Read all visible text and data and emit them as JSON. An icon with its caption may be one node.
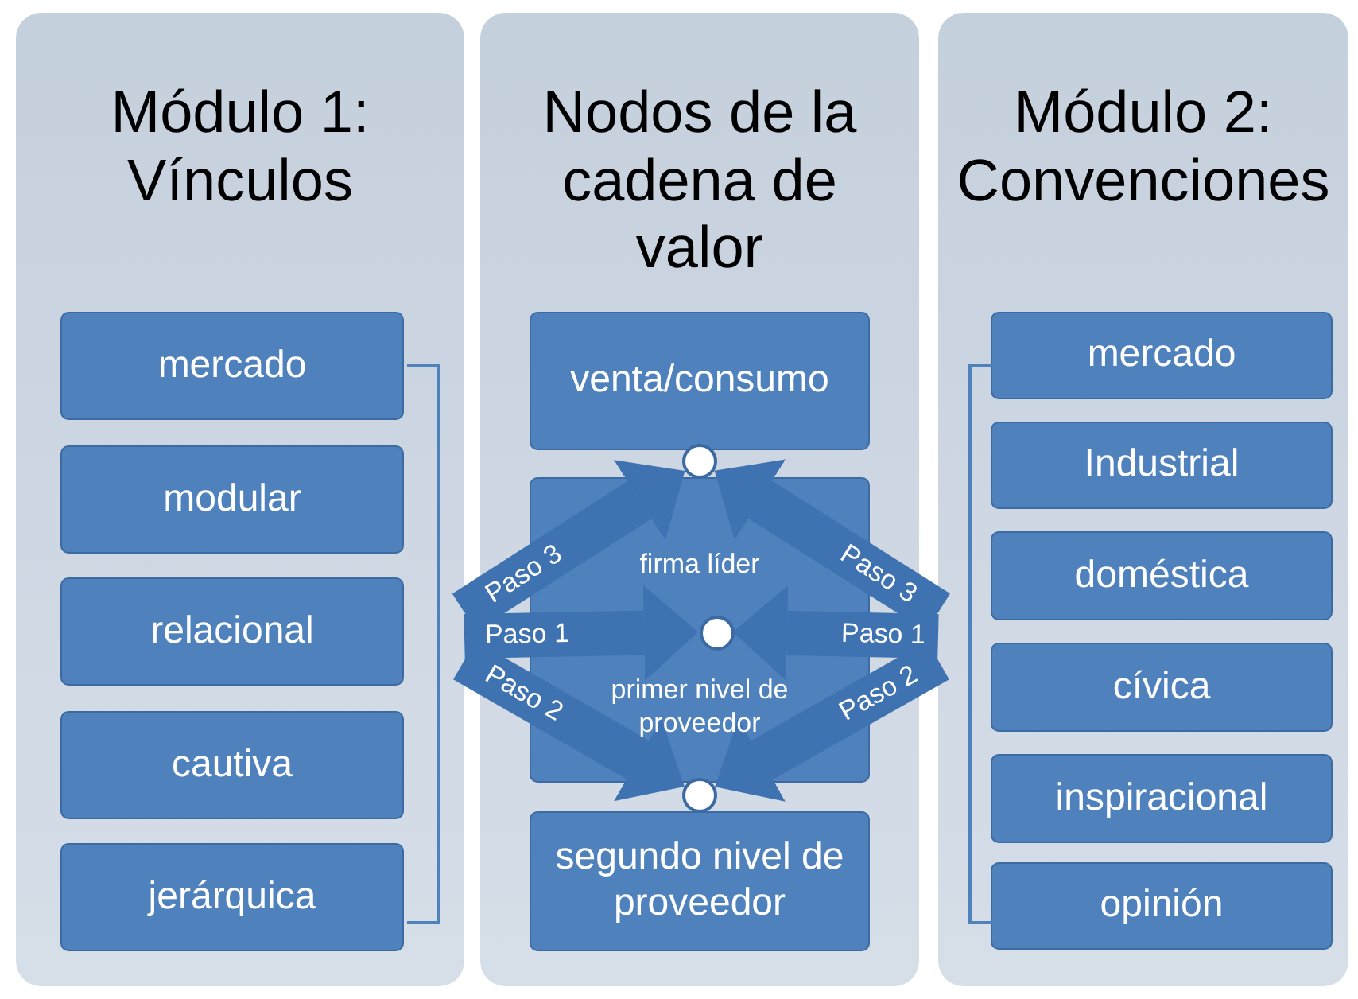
{
  "diagram": {
    "nodes": [
      {
        "text": [
          "Módulo 1: Vínculos"
        ]
      },
      {
        "text": [
          "mercado"
        ],
        "in": 0
      },
      {
        "text": [
          "modular"
        ],
        "in": 0
      },
      {
        "text": [
          "relacional"
        ],
        "in": 0
      },
      {
        "text": [
          "cautiva"
        ],
        "in": 0
      },
      {
        "text": [
          "jerárquica"
        ],
        "in": 0
      },
      {
        "text": [
          "Nodos de la cadena de valor"
        ]
      },
      {
        "text": [
          "venta/consumo"
        ],
        "in": 6
      },
      {
        "text": [
          "firma líder",
          "primer nivel de proveedor"
        ],
        "in": 6
      },
      {
        "text": [
          "segundo nivel de proveedor"
        ],
        "in": 6
      },
      {
        "text": [
          "Módulo 2: Convenciones"
        ]
      },
      {
        "text": [
          "mercado"
        ],
        "in": 10
      },
      {
        "text": [
          "Industrial"
        ],
        "in": 10
      },
      {
        "text": [
          "doméstica"
        ],
        "in": 10
      },
      {
        "text": [
          "cívica"
        ],
        "in": 10
      },
      {
        "text": [
          "inspiracional"
        ],
        "in": 10
      },
      {
        "text": [
          "opinión"
        ],
        "in": 10
      },
      {
        "text": [],
        "shape": "circle",
        "in": 6
      },
      {
        "text": [],
        "shape": "circle",
        "in": 8
      },
      {
        "text": [],
        "shape": "circle",
        "in": 6
      }
    ],
    "edges": [
      {
        "from": 0,
        "to": 17,
        "arrow": "to",
        "label": "Paso 3"
      },
      {
        "from": 0,
        "to": 18,
        "arrow": "to",
        "label": "Paso 1"
      },
      {
        "from": 0,
        "to": 19,
        "arrow": "to",
        "label": "Paso 2"
      },
      {
        "from": 10,
        "to": 17,
        "arrow": "to",
        "label": "Paso 3"
      },
      {
        "from": 10,
        "to": 18,
        "arrow": "to",
        "label": "Paso 1"
      },
      {
        "from": 10,
        "to": 19,
        "arrow": "to",
        "label": "Paso 2"
      }
    ]
  }
}
